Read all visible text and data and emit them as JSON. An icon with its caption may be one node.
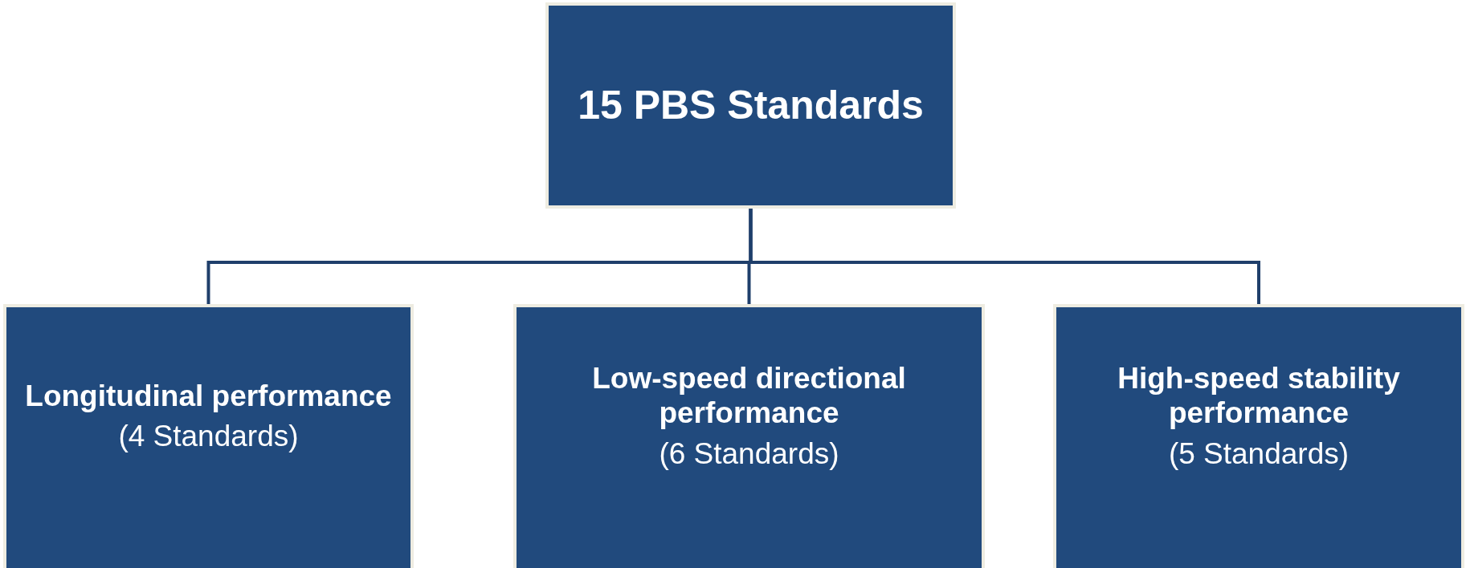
{
  "diagram": {
    "nodes": [
      {
        "text": [
          "15 PBS Standards"
        ]
      },
      {
        "text": [
          "Longitudinal performance",
          "(4 Standards)"
        ]
      },
      {
        "text": [
          "Low-speed directional performance",
          "(6 Standards)"
        ]
      },
      {
        "text": [
          "High-speed stability performance",
          "(5 Standards)"
        ]
      }
    ],
    "edges": [
      {
        "from": 0,
        "to": 1,
        "arrow": "none"
      },
      {
        "from": 0,
        "to": 2,
        "arrow": "none"
      },
      {
        "from": 0,
        "to": 3,
        "arrow": "none"
      }
    ]
  }
}
